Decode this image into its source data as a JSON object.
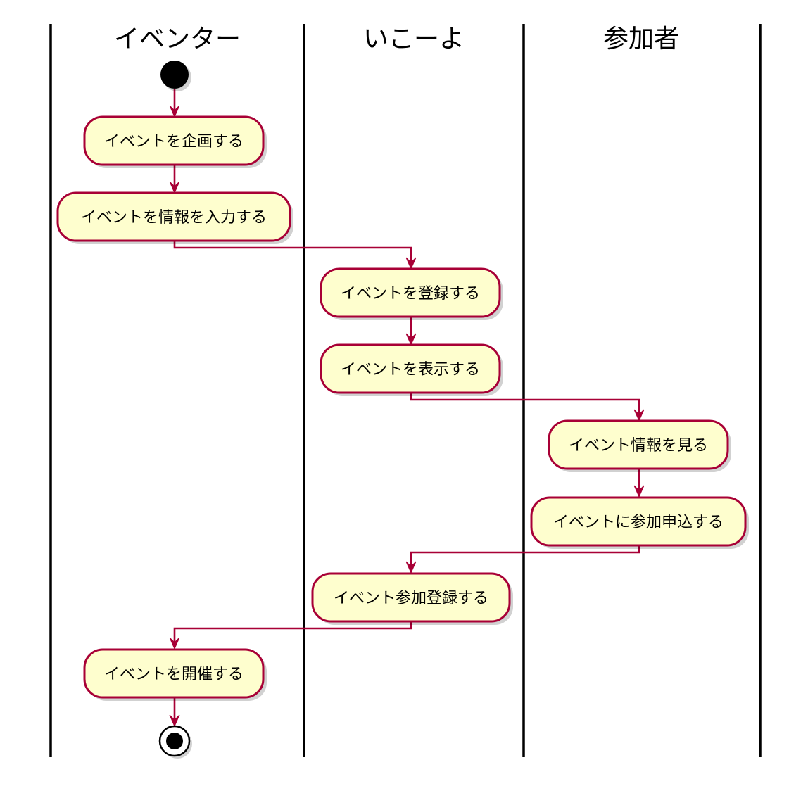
{
  "lanes": [
    {
      "id": "eventer",
      "title": "イベンター"
    },
    {
      "id": "ikoyo",
      "title": "いこーよ"
    },
    {
      "id": "participant",
      "title": "参加者"
    }
  ],
  "activities": [
    {
      "id": "a1",
      "lane": "eventer",
      "label": "イベントを企画する"
    },
    {
      "id": "a2",
      "lane": "eventer",
      "label": "イベントを情報を入力する"
    },
    {
      "id": "a3",
      "lane": "ikoyo",
      "label": "イベントを登録する"
    },
    {
      "id": "a4",
      "lane": "ikoyo",
      "label": "イベントを表示する"
    },
    {
      "id": "a5",
      "lane": "participant",
      "label": "イベント情報を見る"
    },
    {
      "id": "a6",
      "lane": "participant",
      "label": "イベントに参加申込する"
    },
    {
      "id": "a7",
      "lane": "ikoyo",
      "label": "イベント参加登録する"
    },
    {
      "id": "a8",
      "lane": "eventer",
      "label": "イベントを開催する"
    }
  ],
  "flow_order": [
    "start",
    "a1",
    "a2",
    "a3",
    "a4",
    "a5",
    "a6",
    "a7",
    "a8",
    "end"
  ],
  "colors": {
    "activity_fill": "#FEFECE",
    "activity_border": "#A80036",
    "arrow": "#A80036",
    "lane_line": "#000000",
    "node": "#000000"
  }
}
